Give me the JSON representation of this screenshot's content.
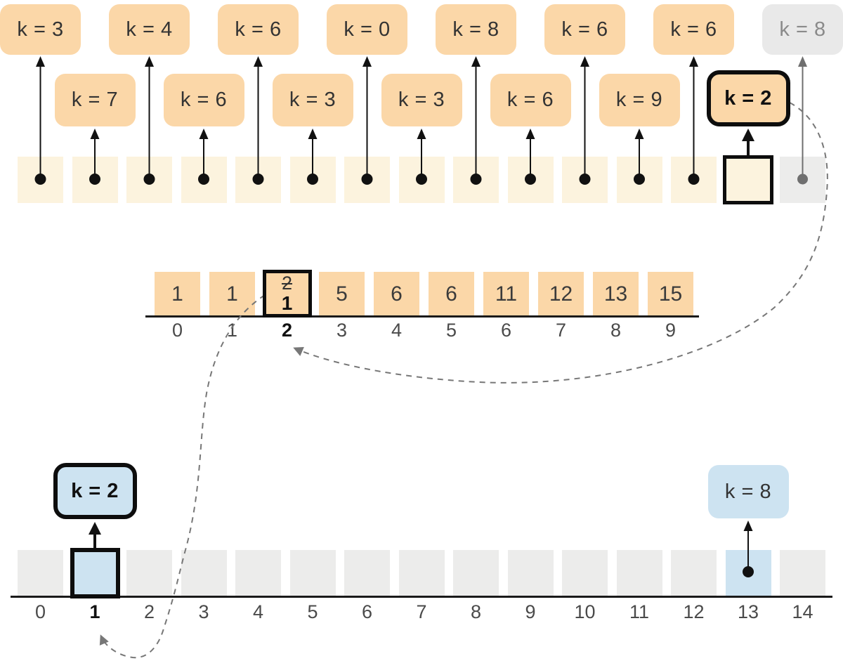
{
  "diagram_type": "counting-sort-visualization",
  "colors": {
    "input_box_fill": "#FBD7A8",
    "input_cell_fill": "#FCF3DE",
    "count_cell_fill": "#FBD7A8",
    "output_cell_fill": "#ECECEB",
    "highlight_blue_fill": "#CDE3F1",
    "processed_gray_fill": "#E9E9E9",
    "processed_gray_text": "#8a8a8a",
    "bold_border": "#0d0d0d",
    "dashed_connector": "#777777",
    "text_dark": "#333333",
    "index_text": "#4a4a4a"
  },
  "input_row": {
    "boxes": [
      {
        "label": "k = 3",
        "k": 3,
        "position": "upper",
        "state": "unprocessed"
      },
      {
        "label": "k = 7",
        "k": 7,
        "position": "lower",
        "state": "unprocessed"
      },
      {
        "label": "k = 4",
        "k": 4,
        "position": "upper",
        "state": "unprocessed"
      },
      {
        "label": "k = 6",
        "k": 6,
        "position": "lower",
        "state": "unprocessed"
      },
      {
        "label": "k = 6",
        "k": 6,
        "position": "upper",
        "state": "unprocessed"
      },
      {
        "label": "k = 3",
        "k": 3,
        "position": "lower",
        "state": "unprocessed"
      },
      {
        "label": "k = 0",
        "k": 0,
        "position": "upper",
        "state": "unprocessed"
      },
      {
        "label": "k = 3",
        "k": 3,
        "position": "lower",
        "state": "unprocessed"
      },
      {
        "label": "k = 8",
        "k": 8,
        "position": "upper",
        "state": "unprocessed"
      },
      {
        "label": "k = 6",
        "k": 6,
        "position": "lower",
        "state": "unprocessed"
      },
      {
        "label": "k = 6",
        "k": 6,
        "position": "upper",
        "state": "unprocessed"
      },
      {
        "label": "k = 9",
        "k": 9,
        "position": "lower",
        "state": "unprocessed"
      },
      {
        "label": "k = 6",
        "k": 6,
        "position": "upper",
        "state": "unprocessed"
      },
      {
        "label": "k = 2",
        "k": 2,
        "position": "lower",
        "state": "current"
      },
      {
        "label": "k = 8",
        "k": 8,
        "position": "upper",
        "state": "processed"
      }
    ]
  },
  "count_array": {
    "cells": [
      {
        "index": "0",
        "value": "1"
      },
      {
        "index": "1",
        "value": "1"
      },
      {
        "index": "2",
        "value": "2",
        "new_value": "1",
        "state": "current"
      },
      {
        "index": "3",
        "value": "5"
      },
      {
        "index": "4",
        "value": "6"
      },
      {
        "index": "5",
        "value": "6"
      },
      {
        "index": "6",
        "value": "11"
      },
      {
        "index": "7",
        "value": "12"
      },
      {
        "index": "8",
        "value": "13"
      },
      {
        "index": "9",
        "value": "15"
      }
    ]
  },
  "output_array": {
    "cells": [
      {
        "index": "0"
      },
      {
        "index": "1",
        "box_label": "k = 2",
        "state": "current"
      },
      {
        "index": "2"
      },
      {
        "index": "3"
      },
      {
        "index": "4"
      },
      {
        "index": "5"
      },
      {
        "index": "6"
      },
      {
        "index": "7"
      },
      {
        "index": "8"
      },
      {
        "index": "9"
      },
      {
        "index": "10"
      },
      {
        "index": "11"
      },
      {
        "index": "12"
      },
      {
        "index": "13",
        "box_label": "k = 8",
        "state": "placed"
      },
      {
        "index": "14"
      }
    ]
  },
  "connectors": [
    {
      "from": "input box k = 2 (index 13)",
      "to": "count array index 2",
      "style": "dashed"
    },
    {
      "from": "count array cell 2",
      "to": "output array index 1",
      "style": "dashed"
    }
  ]
}
